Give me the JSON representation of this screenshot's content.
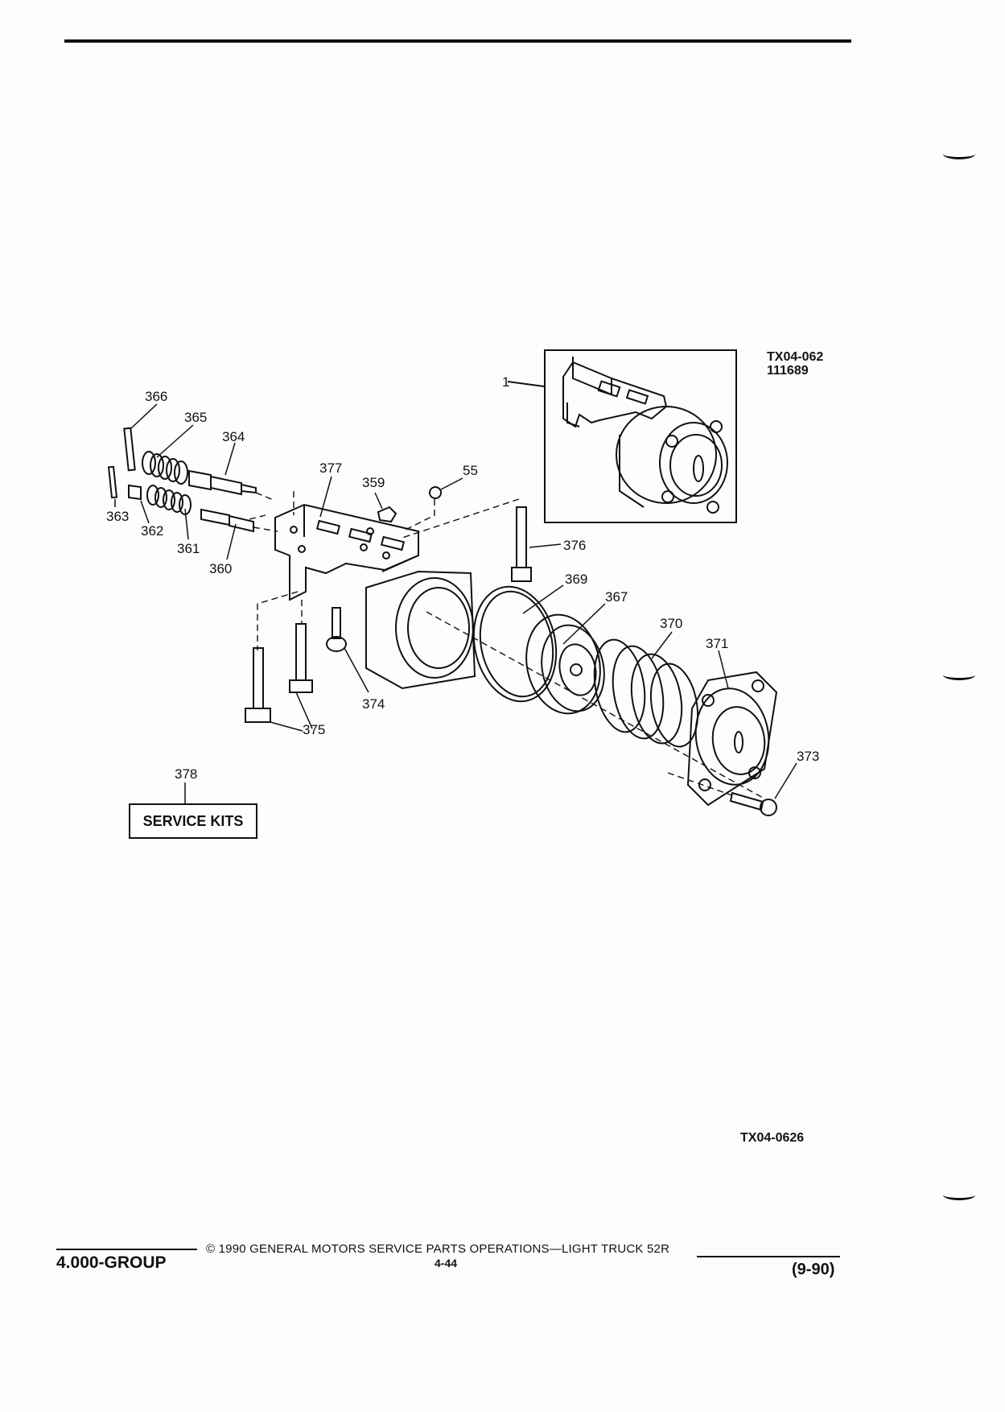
{
  "header": {
    "rule": true
  },
  "figure": {
    "inset_callout": "1",
    "inset_code": "TX04-062",
    "inset_number": "111689",
    "figure_code": "TX04-0626",
    "callouts": [
      "366",
      "365",
      "364",
      "377",
      "359",
      "55",
      "363",
      "362",
      "361",
      "360",
      "376",
      "369",
      "367",
      "370",
      "371",
      "374",
      "375",
      "373",
      "378"
    ],
    "service_kits_label": "SERVICE KITS"
  },
  "footer": {
    "group": "4.000-GROUP",
    "copyright": "© 1990 GENERAL MOTORS SERVICE PARTS OPERATIONS—LIGHT TRUCK 52R",
    "page": "4-44",
    "date": "(9-90)"
  }
}
